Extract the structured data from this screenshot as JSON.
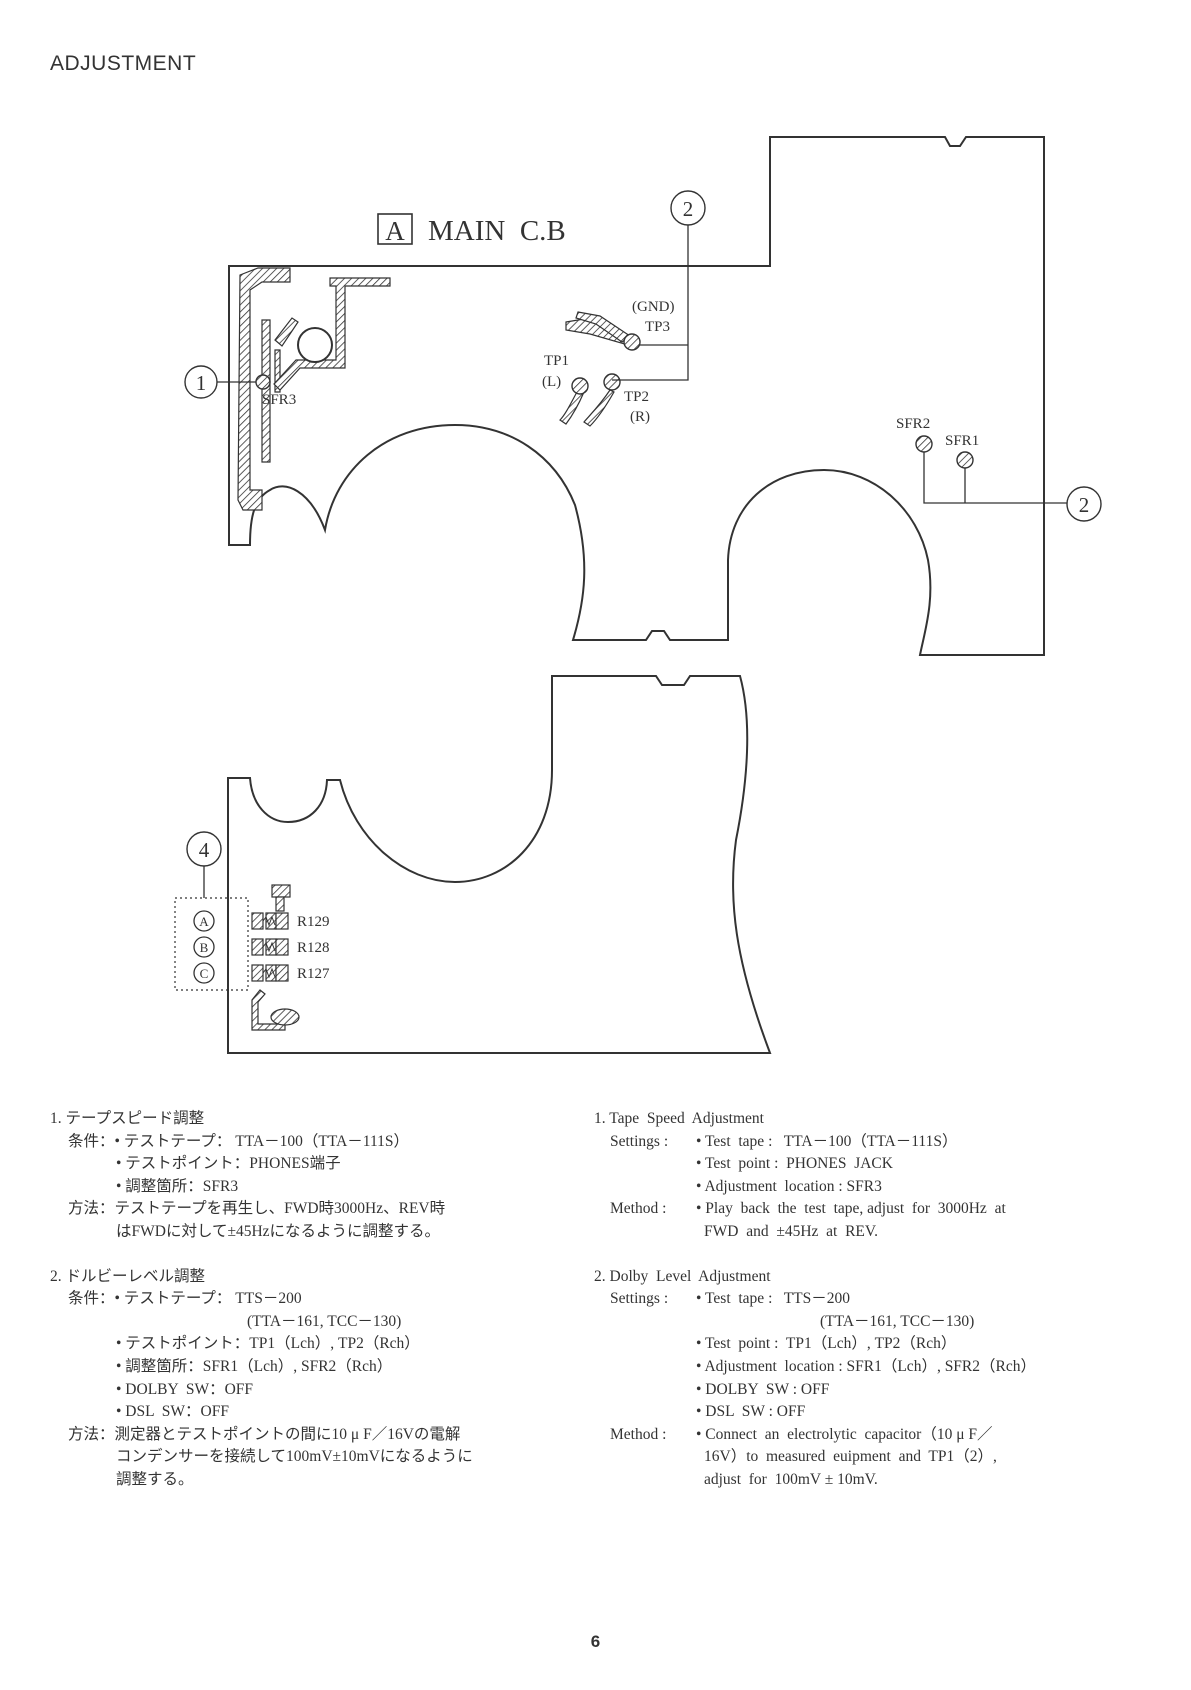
{
  "header": {
    "title": "ADJUSTMENT"
  },
  "diagram": {
    "board_box_letter": "A",
    "board_label": "MAIN  C.B",
    "callouts": {
      "c1": "1",
      "c2": "2",
      "c4": "4"
    },
    "labels": {
      "sfr3": "SFR3",
      "gnd": "(GND)",
      "tp3": "TP3",
      "tp1": "TP1",
      "tp1_ch": "(L)",
      "tp2": "TP2",
      "tp2_ch": "(R)",
      "sfr2": "SFR2",
      "sfr1": "SFR1",
      "r129": "R129",
      "r128": "R128",
      "r127": "R127",
      "circ_a": "A",
      "circ_b": "B",
      "circ_c": "C"
    }
  },
  "japanese": {
    "s1": {
      "title": "1. テープスピード調整",
      "cond_label": "条件：",
      "cond_items": [
        "• テストテープ： TTA－100（TTA－111S）",
        "• テストポイント：PHONES端子",
        "• 調整箇所：SFR3"
      ],
      "method_label": "方法：",
      "method_lines": [
        "テストテープを再生し、FWD時3000Hz、REV時",
        "はFWDに対して±45Hzになるように調整する。"
      ]
    },
    "s2": {
      "title": "2. ドルビーレベル調整",
      "cond_label": "条件：",
      "cond_items": [
        "• テストテープ： TTS－200",
        "(TTA－161, TCC－130)",
        "• テストポイント：TP1（Lch）, TP2（Rch）",
        "• 調整箇所：SFR1（Lch）, SFR2（Rch）",
        "• DOLBY  SW：OFF",
        "• DSL  SW：OFF"
      ],
      "method_label": "方法：",
      "method_lines": [
        "測定器とテストポイントの間に10 μ F／16Vの電解",
        "コンデンサーを接続して100mV±10mVになるように",
        "調整する。"
      ]
    }
  },
  "english": {
    "s1": {
      "title": "1. Tape  Speed  Adjustment",
      "settings_label": "Settings :",
      "settings_items": [
        "• Test  tape :   TTA－100（TTA－111S）",
        "• Test  point :  PHONES  JACK",
        "• Adjustment  location : SFR3"
      ],
      "method_label": "Method :",
      "method_lines": [
        "• Play  back  the  test  tape, adjust  for  3000Hz  at",
        "FWD  and  ±45Hz  at  REV."
      ]
    },
    "s2": {
      "title": "2. Dolby  Level  Adjustment",
      "settings_label": "Settings :",
      "settings_items": [
        "• Test  tape :   TTS－200",
        "(TTA－161, TCC－130)",
        "• Test  point :  TP1（Lch）, TP2（Rch）",
        "• Adjustment  location : SFR1（Lch）, SFR2（Rch）",
        "• DOLBY  SW : OFF",
        "• DSL  SW : OFF"
      ],
      "method_label": "Method :",
      "method_lines": [
        "• Connect  an  electrolytic  capacitor（10 μ F／",
        "16V）to  measured  euipment  and  TP1（2）,",
        "adjust  for  100mV ± 10mV."
      ]
    }
  },
  "footer": {
    "page_number": "6"
  }
}
